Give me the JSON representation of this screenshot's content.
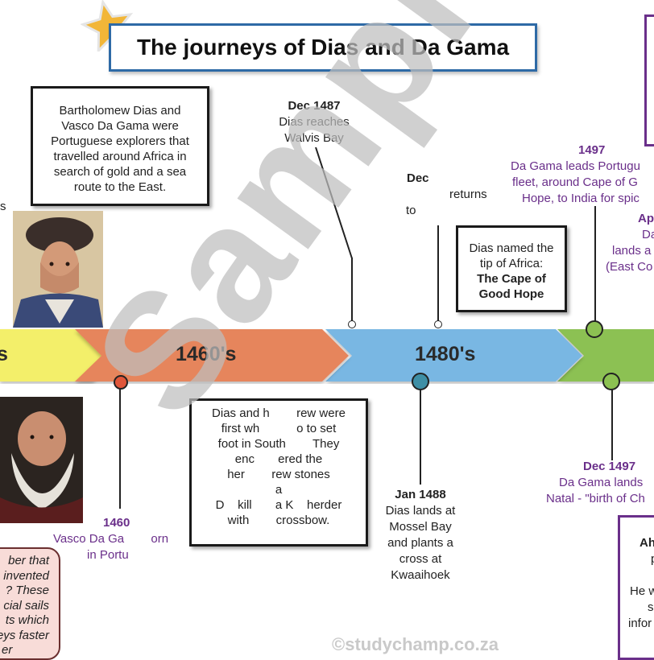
{
  "title": "The journeys of Dias and Da Gama",
  "intro": {
    "lines": [
      "Bartholomew Dias and",
      "Vasco Da Gama were",
      "Portuguese explorers that",
      "travelled around Africa in",
      "search of gold and a sea",
      "route to the East."
    ]
  },
  "left_edge_fragment": "s",
  "eras": [
    {
      "label": "s"
    },
    {
      "label": "1460's"
    },
    {
      "label": "1480's"
    }
  ],
  "events": {
    "dec1487": {
      "date": "Dec 1487",
      "lines": [
        "Dias reaches",
        "Walvis Bay"
      ]
    },
    "dec_return": {
      "date": "Dec",
      "lines": [
        "returns",
        "to"
      ]
    },
    "cape_box": {
      "line1": "Dias named the",
      "line2": "tip of Africa:",
      "bold1": "The Cape of",
      "bold2": "Good Hope"
    },
    "y1497": {
      "date": "1497",
      "lines": [
        "Da Gama leads Portugu",
        "fleet, around Cape of G",
        "Hope, to India for spic"
      ]
    },
    "ap": {
      "date": "Ap",
      "lines": [
        "Da",
        "lands a",
        "(East Co"
      ]
    },
    "y1460": {
      "date": "1460",
      "lines": [
        "Vasco Da Ga        orn",
        "in Portu"
      ]
    },
    "crew_box": {
      "lines": [
        "Dias and h        rew were",
        "first wh           o to set",
        "foot in South        They",
        "enc       ered the",
        "her        rew stones",
        "a",
        "D    kill       a K    herder",
        "with        crossbow."
      ]
    },
    "jan1488": {
      "date": "Jan 1488",
      "lines": [
        "Dias lands at",
        "Mossel Bay",
        "and plants a",
        "cross at",
        "Kwaaihoek"
      ]
    },
    "dec1497": {
      "date": "Dec 1497",
      "lines": [
        "Da Gama lands",
        "Natal - \"birth of Ch"
      ]
    },
    "right_box": {
      "lines": [
        "Ah",
        "p",
        "",
        "He w",
        "s",
        "infor"
      ]
    }
  },
  "note_bubble": {
    "lines": [
      "ber that",
      "invented",
      "? These",
      "cial sails",
      "ts which",
      "eys faster",
      "er"
    ]
  },
  "watermark": "Sample",
  "copyright": "©studychamp.co.za",
  "colors": {
    "era1": "#f3ef6a",
    "era2": "#e6855c",
    "era3": "#79b7e3",
    "era4": "#8cc152",
    "title_border": "#2e6aa6",
    "purple": "#6a2f8a",
    "note_bg": "#f8dcd8",
    "star": "#f2b638"
  }
}
